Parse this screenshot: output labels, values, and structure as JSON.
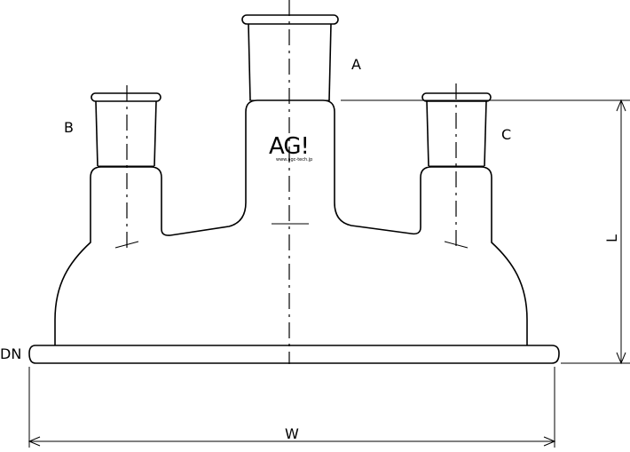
{
  "labels": {
    "a": "A",
    "b": "B",
    "c": "C",
    "dn": "DN",
    "l": "L",
    "w": "W"
  },
  "logo": {
    "text": "AG!",
    "url": "www.agc-tech.jp"
  }
}
